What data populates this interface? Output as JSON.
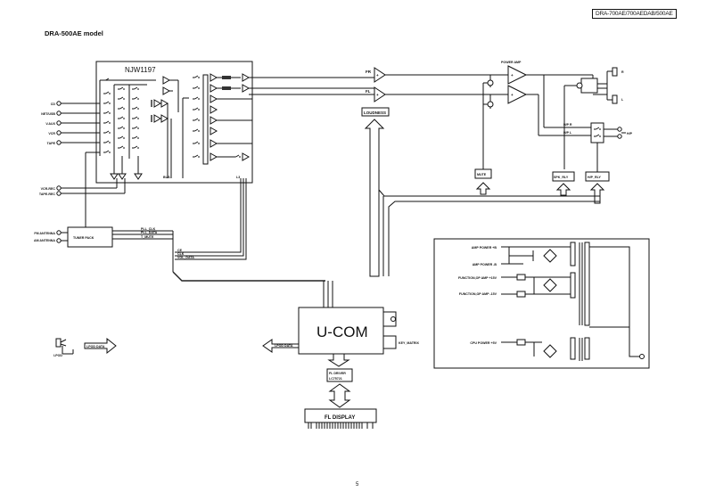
{
  "header": {
    "model_badge": "DRA-700AE/700AEDAB/500AE",
    "section_title": "DRA-500AE model"
  },
  "page_number": "5",
  "blocks": {
    "selector_ic": "NJW1197",
    "tuner": "TUNER PACK",
    "ucom": "U-COM",
    "fl_driver_line1": "FL DRIVER",
    "fl_driver_line2": "LC75721",
    "fl_display": "FL DISPLAY",
    "loudness": "LOUDNESS",
    "mute": "MUTE",
    "spk_rly": "SPK_RLY",
    "hp_rly": "H/P_RLY",
    "power_amp": "POWER AMP",
    "key_matrix": "KEY_MATRIX"
  },
  "inputs": [
    "CD",
    "NET/USB",
    "V.AUX",
    "VCR",
    "TAPE"
  ],
  "outputs_rec": [
    "VCR-REC",
    "TAPE-REC"
  ],
  "antennas": [
    "FM ANTENNA",
    "AM ANTENNA"
  ],
  "tuner_signals": [
    "PLL_CLK",
    "PLL_DATA",
    "T_MUTE"
  ],
  "bus_signals": [
    "CE",
    "CLK",
    "VOL_DATA"
  ],
  "channels": {
    "front_right": "FR",
    "front_left": "FL",
    "speaker_r": "R",
    "speaker_l": "L",
    "hp_r": "H/P R",
    "hp_l": "H/P L",
    "hp_jack": "H/P"
  },
  "ipod": {
    "jack_label": "I-POD",
    "data_in": "I-POD DATA",
    "data_out": "I-POD DATA"
  },
  "power_supply": {
    "rails": [
      "AMP POWER +B",
      "AMP POWER -B",
      "FUNCTION,OP AMP +15V",
      "FUNCTION,OP AMP -15V",
      "CPU POWER +5V"
    ]
  },
  "misc": {
    "bus_label": "BUS",
    "ic_pin_label": "L3"
  }
}
